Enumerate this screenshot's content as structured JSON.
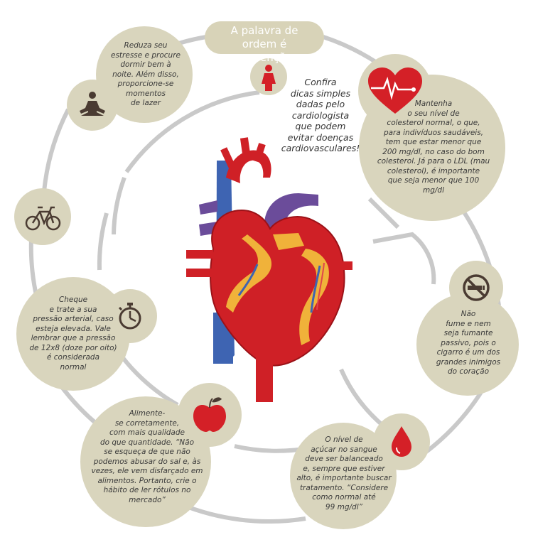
{
  "title": "A palavra de ordem é prevenção",
  "intro": "Confira\ndicas simples\ndadas pelo\ncardiologista\nque podem\nevitar doenças\ncardiovasculares!",
  "tips": {
    "stress": "Reduza seu\nestresse e procure\ndormir bem à\nnoite. Além disso,\nproporcione-se\nmomentos\nde lazer",
    "cholesterol": "Mantenha\no seu nível de\ncolesterol normal, o que,\npara indivíduos saudáveis,\ntem que estar menor que\n200 mg/dl, no caso do bom\ncolesterol. Já para o LDL (mau\ncolesterol), é importante\nque seja menor que 100\nmg/dl",
    "smoking": "Não\nfume e nem\nseja fumante\npassivo, pois o\ncigarro é um dos\ngrandes inimigos\ndo coração",
    "pressure": "Cheque\ne trate a sua\npressão arterial, caso\nesteja elevada. Vale\nlembrar que a pressão\nde 12x8 (doze por oito)\né considerada\nnormal",
    "diet": "Alimente-\nse corretamente,\ncom mais qualidade\ndo que quantidade. “Não\nse esqueça de que não\npodemos abusar do sal e, às\nvezes, ele vem disfarçado em\nalimentos. Portanto, crie o\nhábito de ler rótulos no\nmercado”",
    "sugar": "O nível de\naçúcar no sangue\ndeve ser balanceado\ne, sempre que estiver\nalto, é importante buscar\ntratamento. “Considere\ncomo normal até\n99 mg/dl”"
  },
  "colors": {
    "bubble": "#d9d5bd",
    "ring": "#c8c8c8",
    "icon_dark": "#4a3b32",
    "icon_red": "#d42027",
    "heart_red": "#cf2026",
    "vein_blue": "#3e64b2",
    "purple": "#6b4c9a",
    "fat": "#f0b23a"
  },
  "icons": [
    "woman-icon",
    "heartbeat-icon",
    "meditation-icon",
    "bicycle-icon",
    "no-smoking-icon",
    "stopwatch-icon",
    "apple-icon",
    "blood-drop-icon"
  ]
}
